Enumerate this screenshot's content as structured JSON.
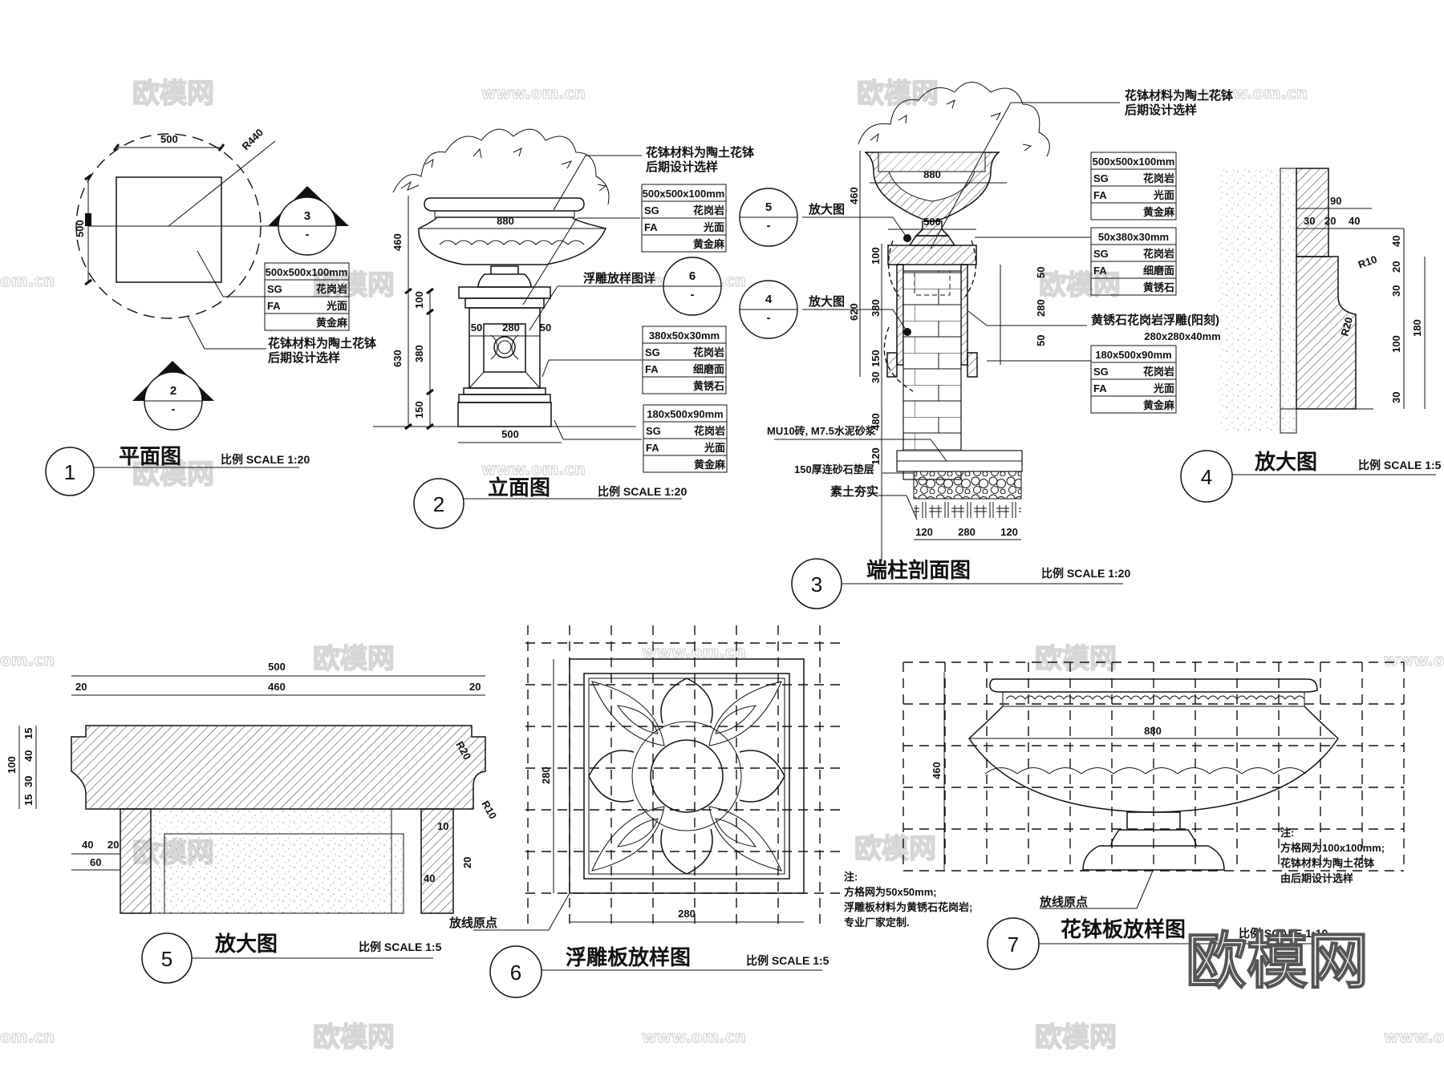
{
  "watermark": {
    "brand": "欧模网",
    "url": "www.om.cn",
    "url_short": "om.cn"
  },
  "material_tables": {
    "cap": {
      "size": "500x500x100mm",
      "rows": [
        {
          "code": "SG",
          "value": "花岗岩"
        },
        {
          "code": "FA",
          "value": "光面"
        },
        {
          "code": "",
          "value": "黄金麻"
        }
      ]
    },
    "trim": {
      "size": "380x50x30mm",
      "rows": [
        {
          "code": "SG",
          "value": "花岗岩"
        },
        {
          "code": "FA",
          "value": "细磨面"
        },
        {
          "code": "",
          "value": "黄锈石"
        }
      ]
    },
    "trim_section": {
      "size": "50x380x30mm",
      "rows": [
        {
          "code": "SG",
          "value": "花岗岩"
        },
        {
          "code": "FA",
          "value": "细磨面"
        },
        {
          "code": "",
          "value": "黄锈石"
        }
      ]
    },
    "base": {
      "size": "180x500x90mm",
      "rows": [
        {
          "code": "SG",
          "value": "花岗岩"
        },
        {
          "code": "FA",
          "value": "光面"
        },
        {
          "code": "",
          "value": "黄金麻"
        }
      ]
    }
  },
  "notes": {
    "pot_material_1": "花钵材料为陶土花钵",
    "pot_material_2": "后期设计选样",
    "relief_detail": "浮雕放样图详",
    "relief_material": "黄锈石花岗岩浮雕(阳刻)",
    "relief_size": "280x280x40mm",
    "brick": "MU10砖, M7.5水泥砂浆",
    "gravel": "150厚连砂石垫层",
    "soil": "素土夯实",
    "enlarge": "放大图",
    "origin": "放线原点",
    "note_head": "注:",
    "relief_note_1": "方格网为50x50mm;",
    "relief_note_2": "浮雕板材料为黄锈石花岗岩;",
    "relief_note_3": "专业厂家定制.",
    "pot_note_1": "方格网为100x100mm;",
    "pot_note_2": "花钵材料为陶土花钵",
    "pot_note_3": "由后期设计选样"
  },
  "views": [
    {
      "number": "1",
      "title": "平面图",
      "scale": "比例 SCALE 1:20"
    },
    {
      "number": "2",
      "title": "立面图",
      "scale": "比例 SCALE 1:20"
    },
    {
      "number": "3",
      "title": "端柱剖面图",
      "scale": "比例 SCALE 1:20"
    },
    {
      "number": "4",
      "title": "放大图",
      "scale": "比例 SCALE 1:5"
    },
    {
      "number": "5",
      "title": "放大图",
      "scale": "比例 SCALE 1:5"
    },
    {
      "number": "6",
      "title": "浮雕板放样图",
      "scale": "比例 SCALE 1:5"
    },
    {
      "number": "7",
      "title": "花钵板放样图",
      "scale": "比例 SCALE 1:10"
    }
  ],
  "section_markers": {
    "dash": "-",
    "dot": "·",
    "m2": "2",
    "m3": "3",
    "m4": "4",
    "m5": "5",
    "m6": "6"
  },
  "dims": {
    "plan": {
      "w": "500",
      "h": "500",
      "r": "R440"
    },
    "elev": {
      "pot_w": "880",
      "pot_h": "460",
      "total": "630",
      "cap": "100",
      "mid": "380",
      "base": "150",
      "panel": "280",
      "side": "50",
      "base_w": "500"
    },
    "sect": {
      "pot_w": "880",
      "pot_h": "460",
      "col_w": "500",
      "total": "620",
      "cap": "100",
      "mid": "380",
      "base": "150",
      "gap": "30",
      "panel": "280",
      "t1": "50",
      "t2": "50",
      "brick": "480",
      "footing": "120",
      "f1": "120",
      "f2": "280",
      "f3": "120"
    },
    "d4": {
      "a": "90",
      "b": "30",
      "c": "20",
      "d": "40",
      "e": "40",
      "f": "20",
      "g": "30",
      "h": "100",
      "i": "30",
      "j": "180",
      "r1": "R10",
      "r2": "R20"
    },
    "d5": {
      "total": "500",
      "inner": "460",
      "l": "20",
      "r": "20",
      "h": "100",
      "a": "15",
      "b": "40",
      "c": "30",
      "d": "15",
      "r1": "R20",
      "r2": "R10",
      "e": "40",
      "f": "20",
      "g": "60",
      "k": "10",
      "m": "20",
      "n": "40"
    },
    "d6": {
      "w": "280",
      "h": "280"
    },
    "d7": {
      "w": "880",
      "h": "460"
    }
  }
}
